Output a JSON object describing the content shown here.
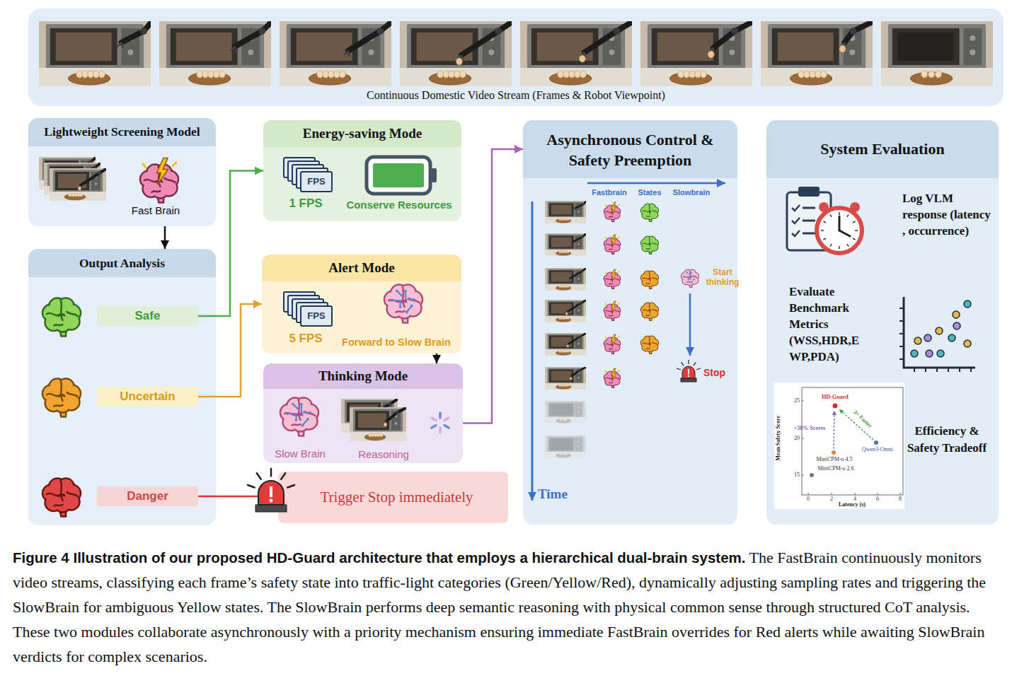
{
  "diagram": {
    "caption": "Figure 4 Illustration of our proposed HD-Guard architecture that employs a hierarchical dual-brain system. The FastBrain continuously monitors video streams, classifying each frame’s safety state into traffic-light categories (Green/Yellow/Red), dynamically adjusting sampling rates and triggering the SlowBrain for ambiguous Yellow states. The SlowBrain performs deep semantic reasoning with physical common sense through structured CoT analysis. These two modules collaborate asynchronously with a priority mechanism ensuring immediate FastBrain overrides for Red alerts while awaiting SlowBrain verdicts for complex scenarios.",
    "nodes": [
      {
        "text": [
          "Continuous Domestic Video Stream (Frames & Robot Viewpoint)"
        ]
      },
      {
        "text": [
          "Lightweight Screening Model",
          "Fast Brain"
        ]
      },
      {
        "text": [
          "Output Analysis"
        ]
      },
      {
        "text": [
          "Safe"
        ],
        "in": 2
      },
      {
        "text": [
          "Uncertain"
        ],
        "in": 2
      },
      {
        "text": [
          "Danger"
        ],
        "in": 2
      },
      {
        "text": [
          "Energy-saving Mode",
          "1 FPS",
          "Conserve Resources"
        ]
      },
      {
        "text": [
          "Alert Mode",
          "5 FPS",
          "Forward to Slow Brain"
        ]
      },
      {
        "text": [
          "Thinking Mode",
          "Slow Brain",
          "Reasoning"
        ]
      },
      {
        "text": [
          "Trigger Stop immediately"
        ]
      },
      {
        "text": [
          "Asynchronous Control & Safety Preemption"
        ]
      },
      {
        "text": [
          "System Evaluation",
          "Log VLM response (latency , occurrence)",
          "Evaluate Benchmark Metrics (WSS,HDR,E WP,PDA)",
          "Efficiency & Safety Tradeoff"
        ]
      }
    ],
    "edges": [
      {
        "from": 1,
        "to": 2,
        "arrow": "to"
      },
      {
        "from": 3,
        "to": 6,
        "arrow": "to"
      },
      {
        "from": 4,
        "to": 7,
        "arrow": "to"
      },
      {
        "from": 5,
        "to": 9,
        "arrow": "to"
      },
      {
        "from": 7,
        "to": 8,
        "arrow": "to"
      },
      {
        "from": 8,
        "to": 10,
        "arrow": "to"
      }
    ],
    "labels": [
      "FPS",
      "FPS",
      "Fastbrain",
      "States",
      "Slowbrain",
      "Start thinking",
      "Stop",
      "Time",
      "HD-Guard",
      "+38% Scores",
      "2× Faster",
      "Qwen3-Omni",
      "MiniCPM-o 4.5",
      "MiniCPM-o 2.6",
      "Mean Safety Score",
      "Latency (s)",
      "15",
      "20",
      "25",
      "0",
      "2",
      "4",
      "6",
      "8"
    ]
  }
}
